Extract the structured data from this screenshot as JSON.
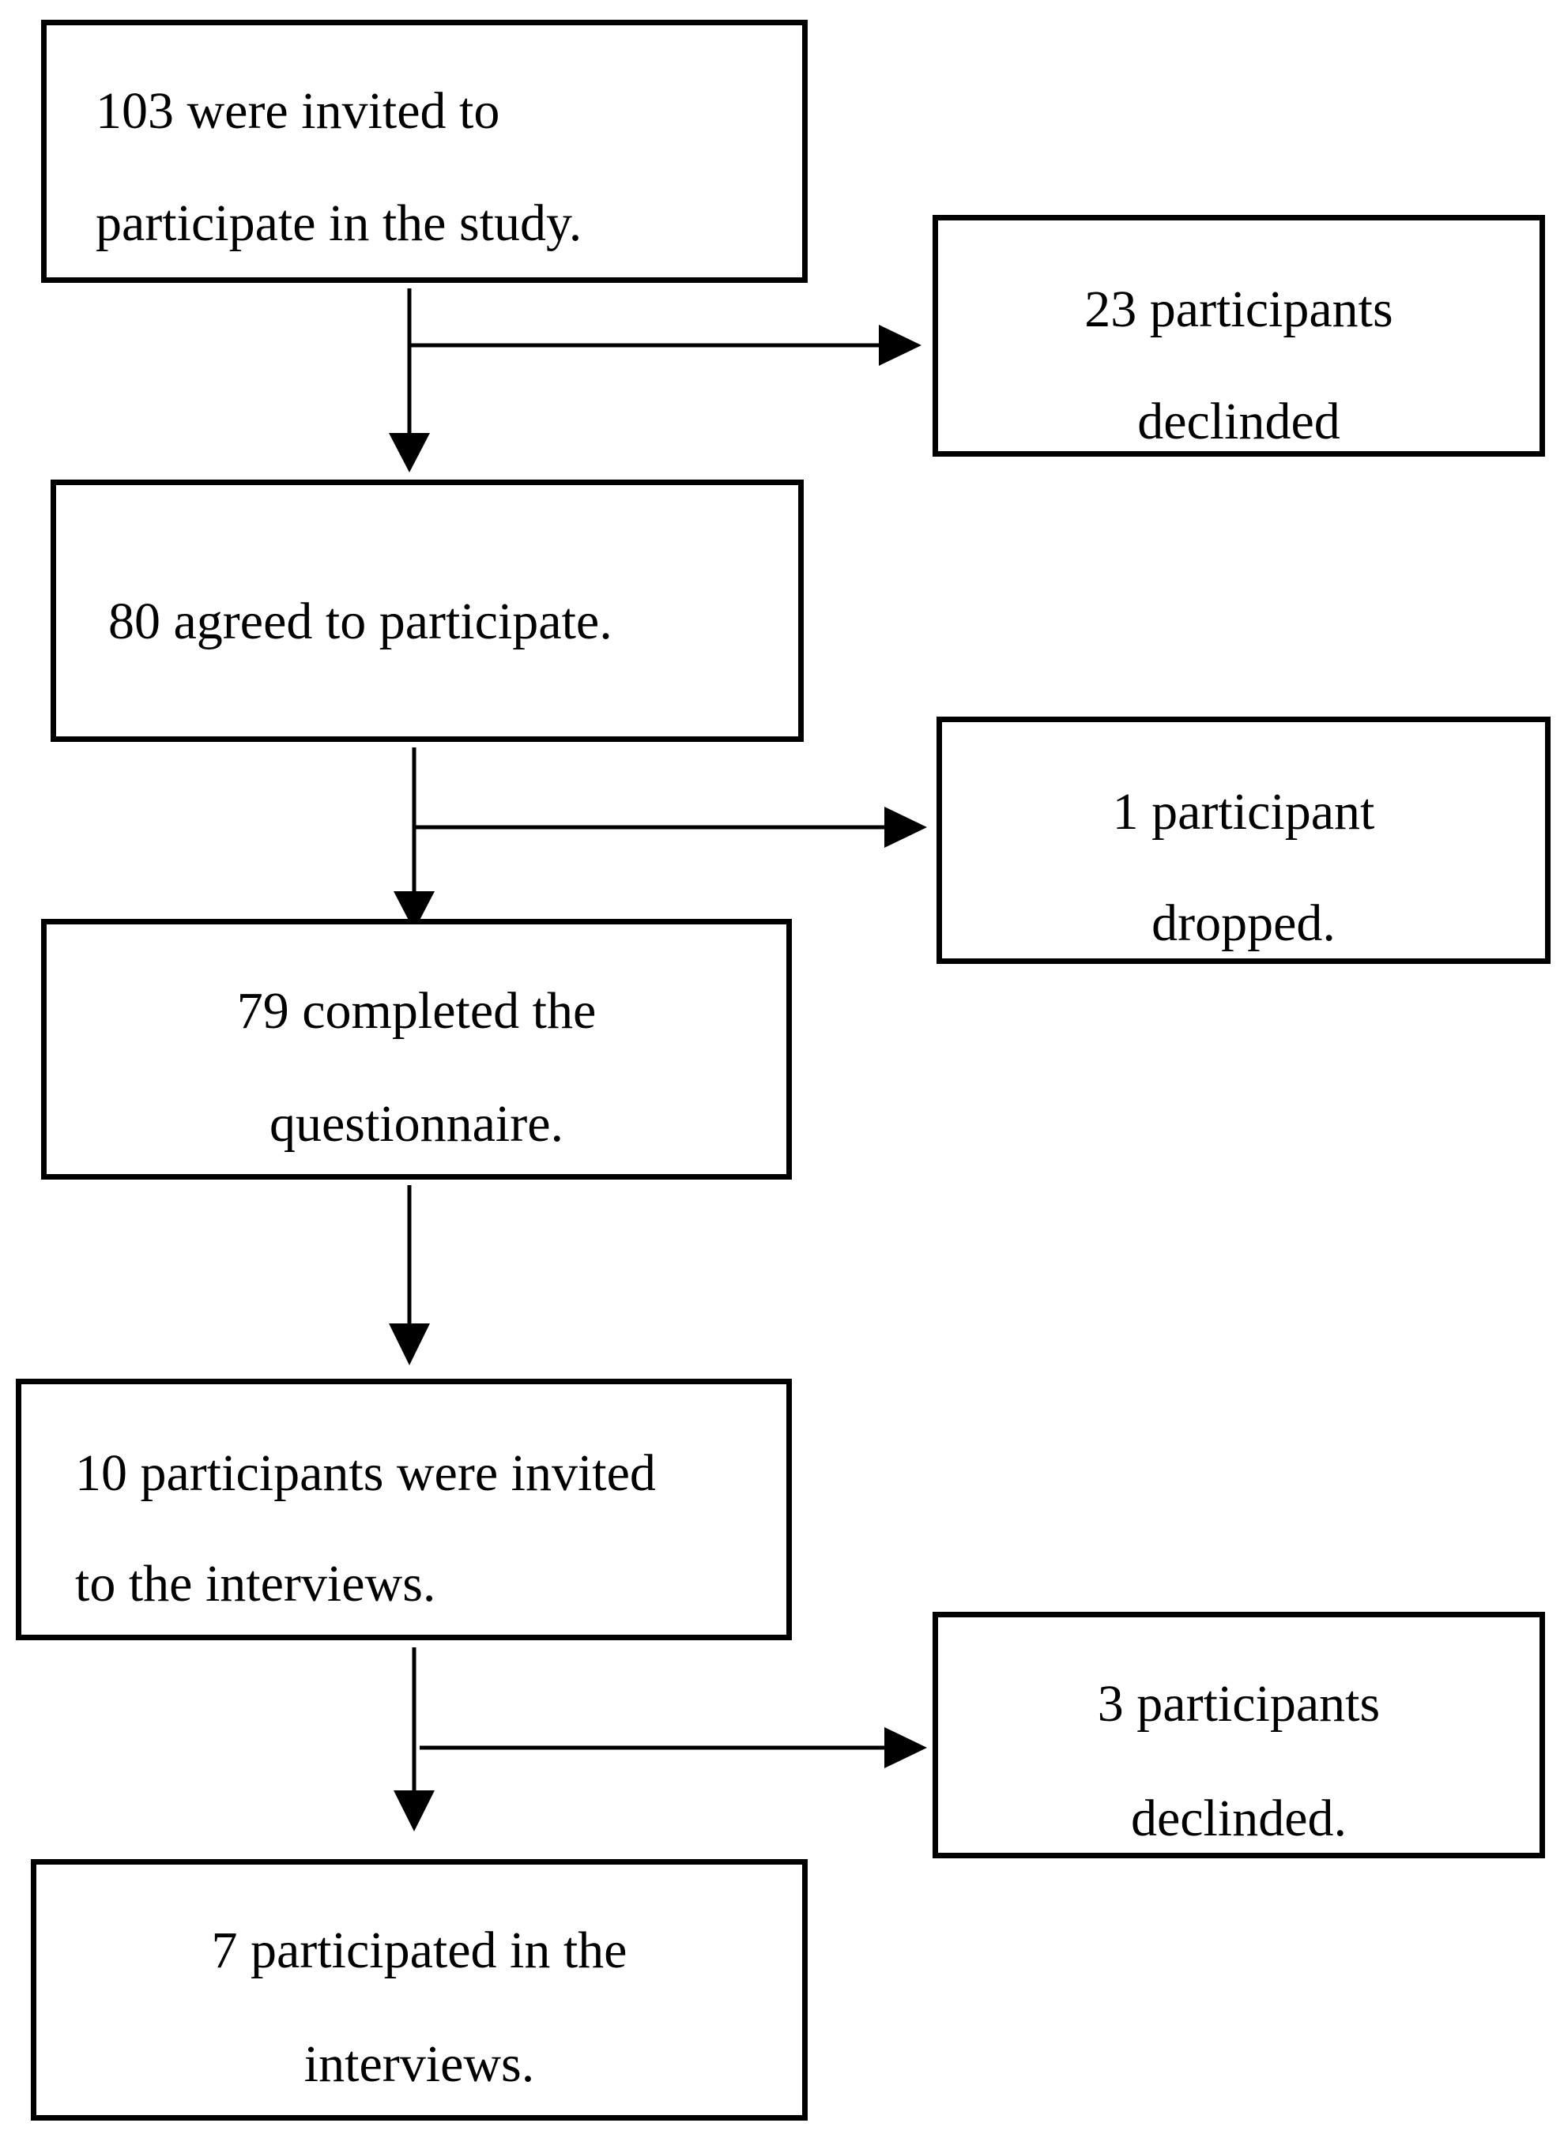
{
  "flowchart": {
    "invited": {
      "line1": "103 were invited to",
      "line2": "participate in the study."
    },
    "declined_first": {
      "line1": "23 participants",
      "line2": "declinded"
    },
    "agreed": {
      "line1": "80 agreed to participate."
    },
    "dropped": {
      "line1": "1 participant",
      "line2": "dropped."
    },
    "completed": {
      "line1": "79 completed the",
      "line2": "questionnaire."
    },
    "interview_invited": {
      "line1": "10 participants were invited",
      "line2": "to the interviews."
    },
    "declined_second": {
      "line1": "3 participants",
      "line2": "declinded."
    },
    "participated": {
      "line1": "7 participated in the",
      "line2": "interviews."
    }
  }
}
